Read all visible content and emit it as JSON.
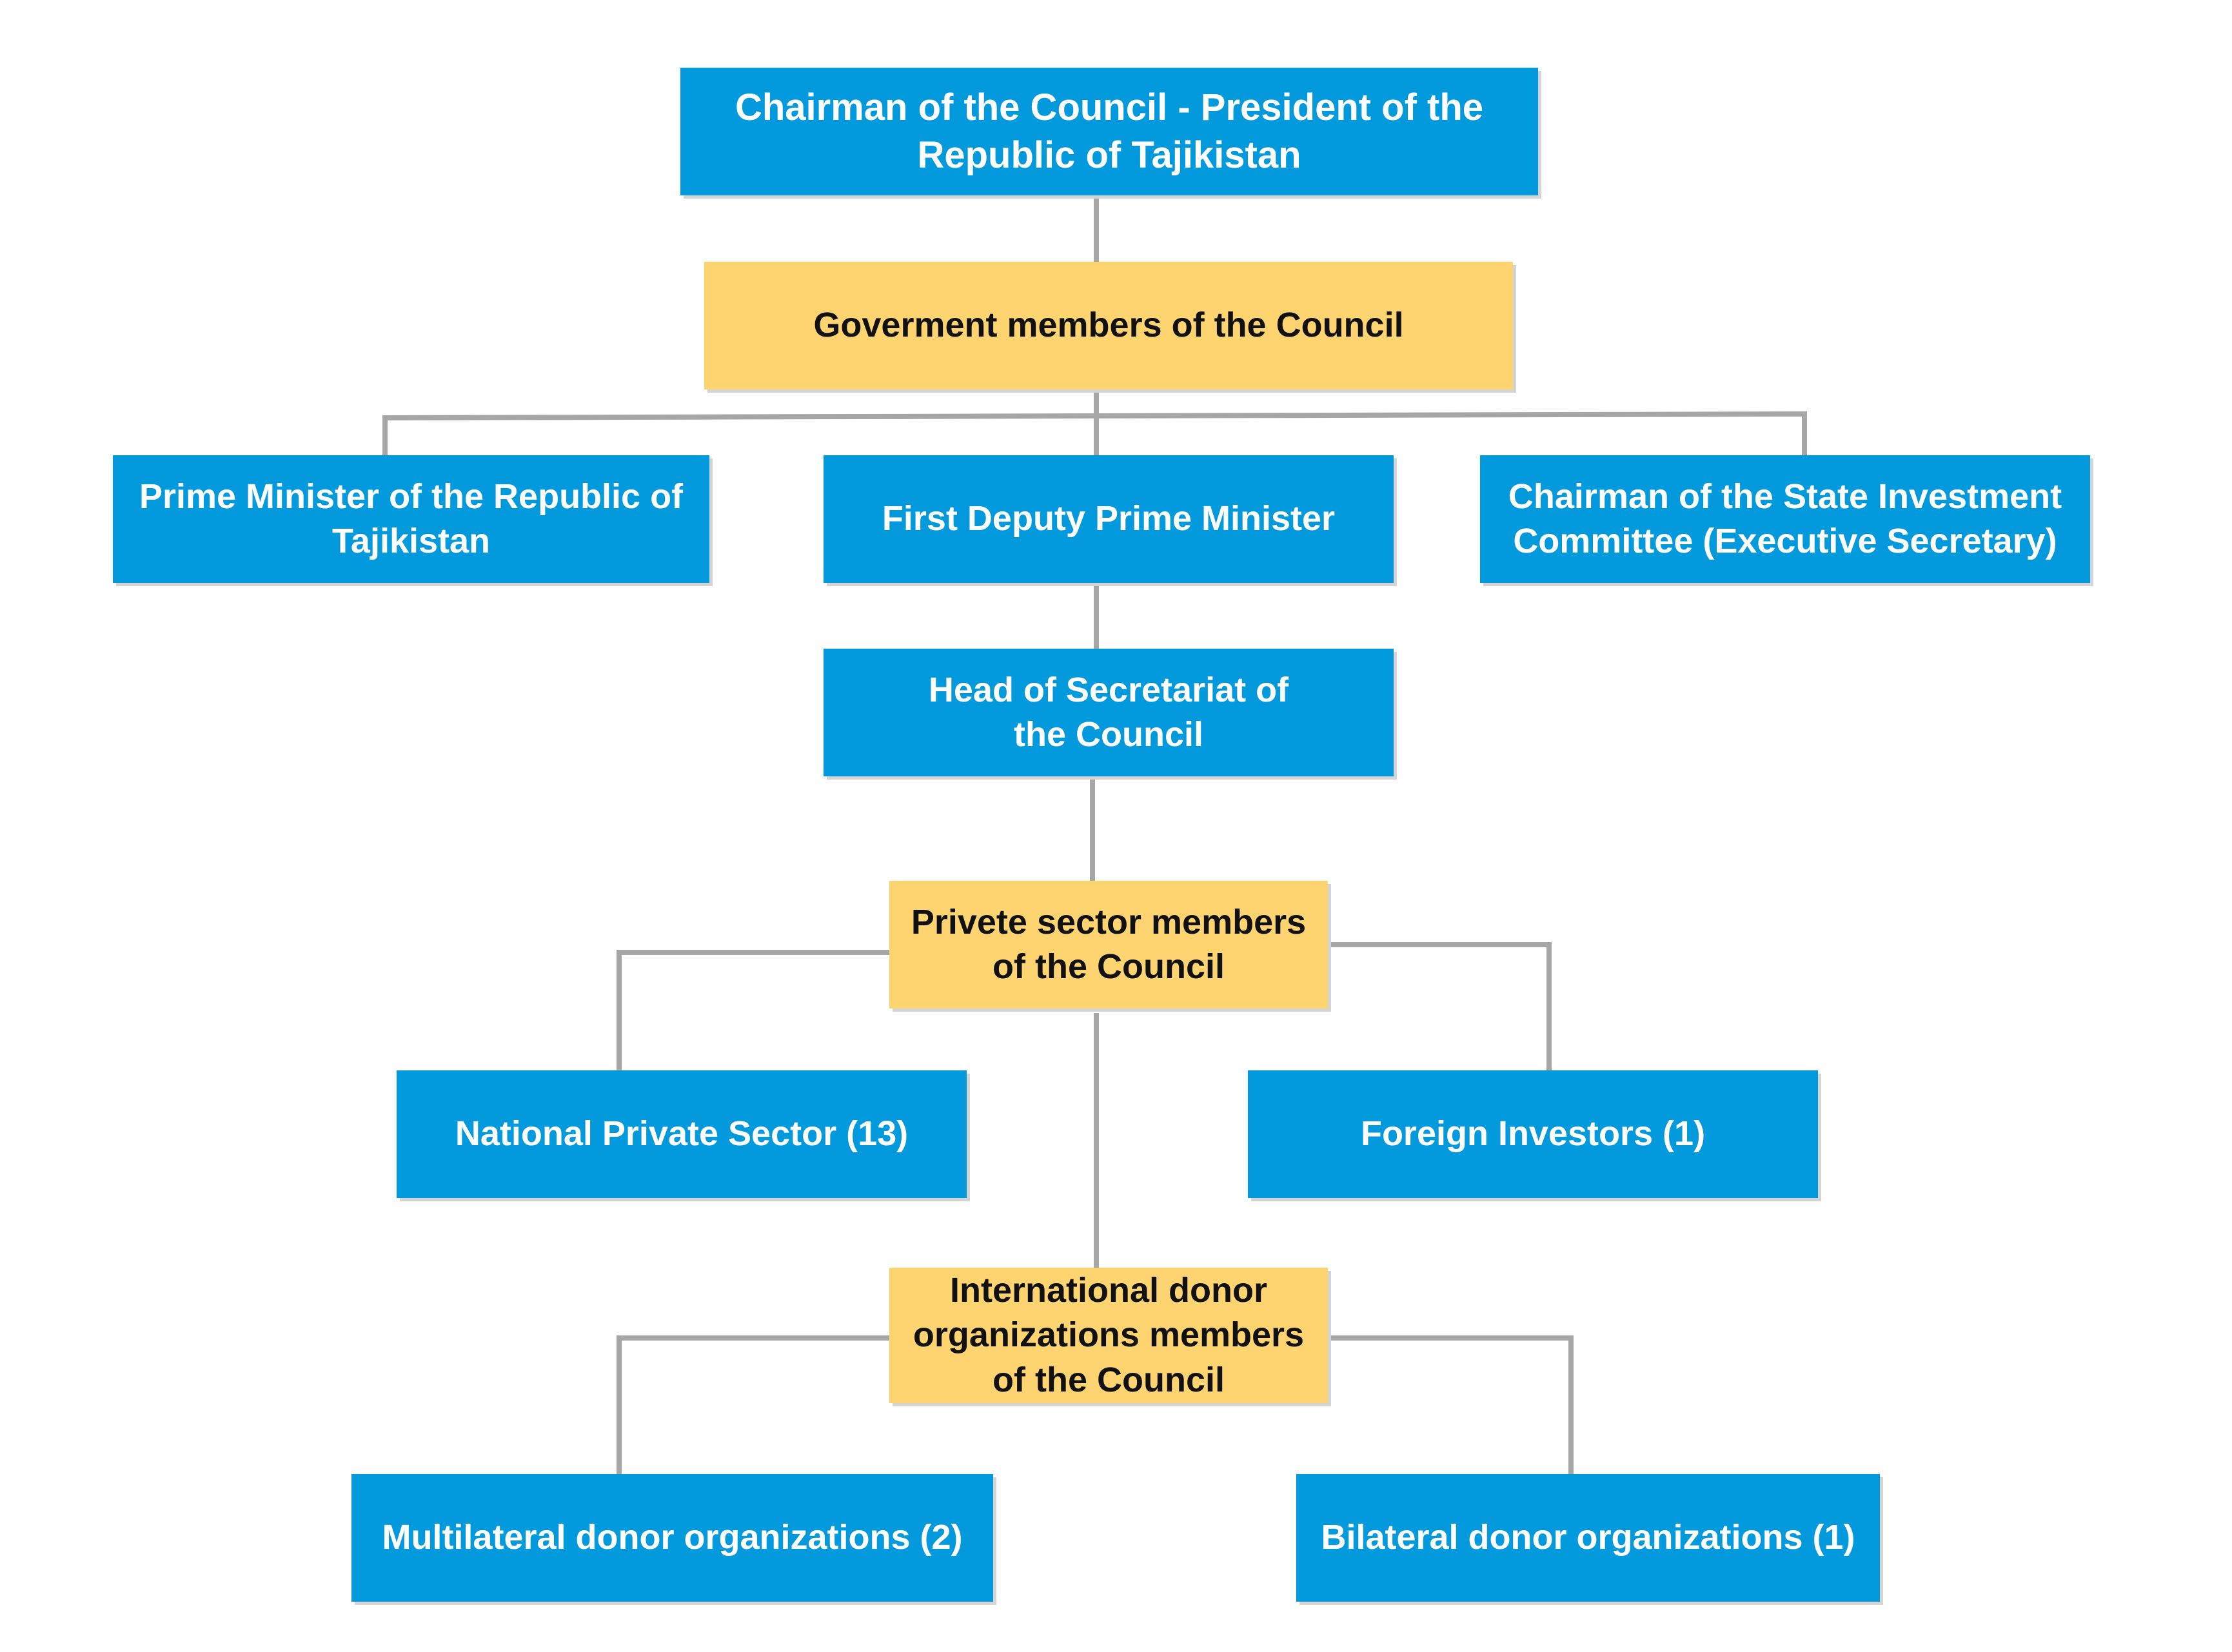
{
  "diagram": {
    "chairman": "Chairman of the Council - President of the Republic of Tajikistan",
    "government_members": "Goverment members of the Council",
    "prime_minister": "Prime Minister of the Republic of Tajikistan",
    "first_deputy": "First Deputy Prime Minister",
    "chairman_sic": "Chairman of the State Investment Committee (Executive Secretary)",
    "head_secretariat": "Head of Secretariat of the Council",
    "private_sector_members": "Privete sector members of the Council",
    "national_private_sector": "National Private Sector (13)",
    "foreign_investors": "Foreign Investors (1)",
    "donor_members": "International donor organizations members of the Council",
    "multilateral_donors": "Multilateral donor organizations (2)",
    "bilateral_donors": "Bilateral donor organizations (1)"
  },
  "colors": {
    "blue_box": "#0399dd",
    "yellow_box": "#fdd46f",
    "connector": "#a6a6a6",
    "blue_text": "#ffffff",
    "yellow_text": "#111111"
  }
}
